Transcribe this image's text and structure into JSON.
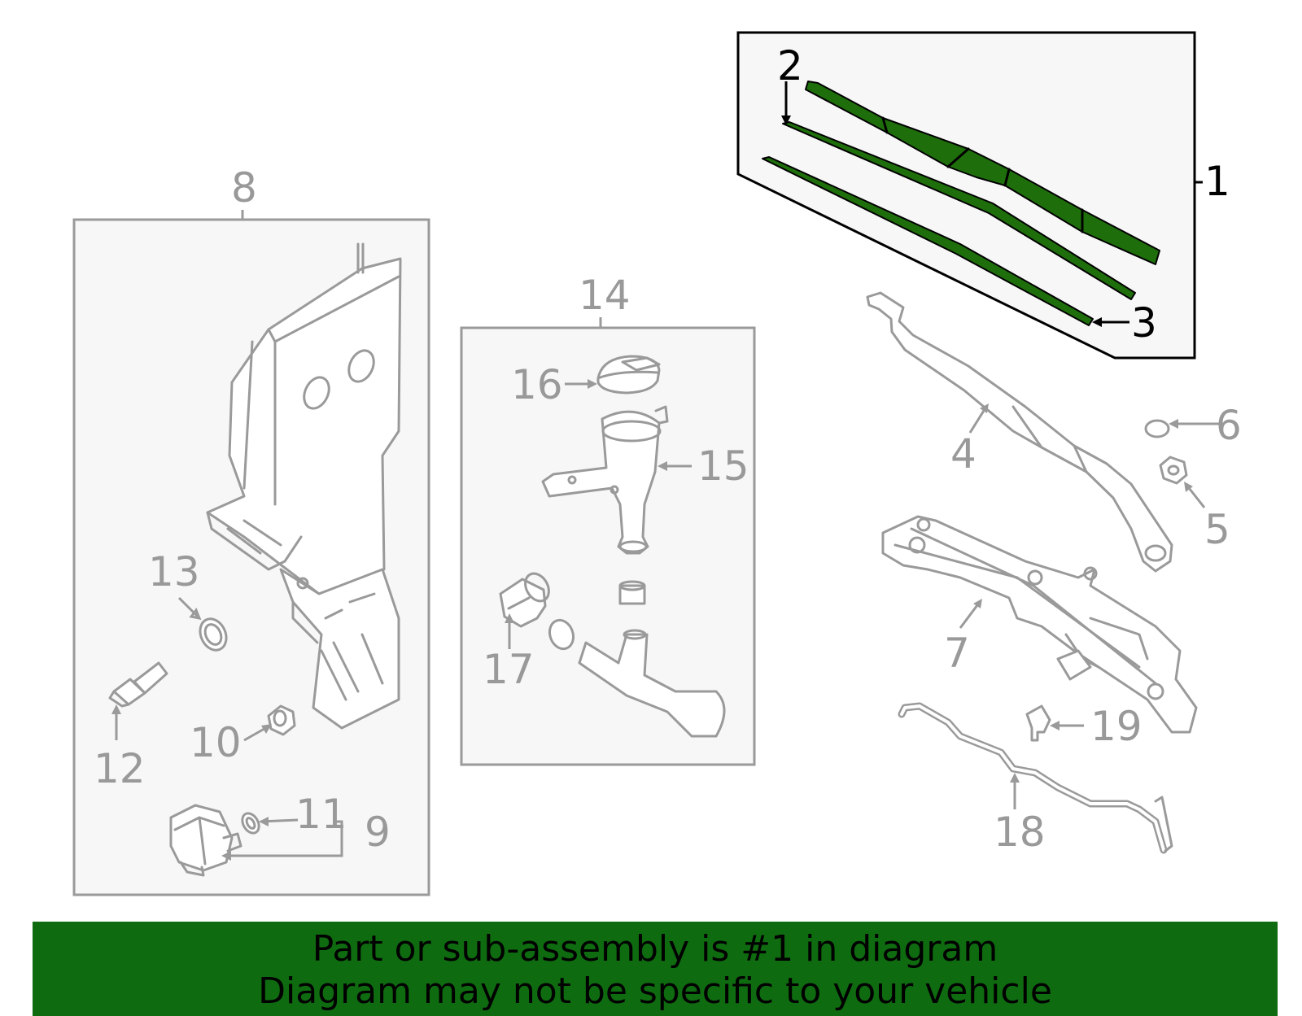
{
  "callouts": {
    "c1": "1",
    "c2": "2",
    "c3": "3",
    "c4": "4",
    "c5": "5",
    "c6": "6",
    "c7": "7",
    "c8": "8",
    "c9": "9",
    "c10": "10",
    "c11": "11",
    "c12": "12",
    "c13": "13",
    "c14": "14",
    "c15": "15",
    "c16": "16",
    "c17": "17",
    "c18": "18",
    "c19": "19"
  },
  "banner": {
    "line1": "Part or sub-assembly is #1 in diagram",
    "line2": "Diagram may not be specific to your vehicle"
  },
  "colors": {
    "highlight": "#1f6e0c",
    "banner": "#0f6b10",
    "part_line": "#9a9a9a",
    "box_fill": "#f7f7f7"
  }
}
